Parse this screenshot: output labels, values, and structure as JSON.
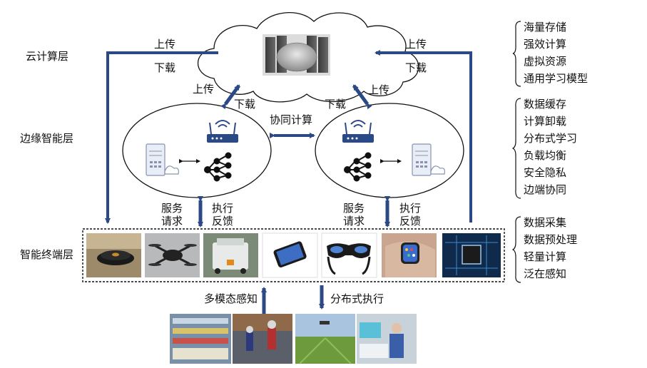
{
  "layers": {
    "cloud": "云计算层",
    "edge": "边缘智能层",
    "terminal": "智能终端层"
  },
  "arrows": {
    "upload": "上传",
    "download": "下载",
    "collab": "协同计算",
    "service_request": "服务\n请求",
    "exec_feedback": "执行\n反馈",
    "multimodal": "多模态感知",
    "distributed_exec": "分布式执行"
  },
  "right_lists": {
    "cloud": [
      "海量存储",
      "强效计算",
      "虚拟资源",
      "通用学习模型"
    ],
    "edge": [
      "数据缓存",
      "计算卸载",
      "分布式学习",
      "负载均衡",
      "安全隐私",
      "边端协同"
    ],
    "terminal": [
      "数据采集",
      "数据预处理",
      "轻量计算",
      "泛在感知"
    ]
  },
  "devices": [
    "robot-vacuum-photo",
    "drone-photo",
    "delivery-robot-photo",
    "smartphone-photo",
    "vr-glasses-photo",
    "smartwatch-photo",
    "chip-photo"
  ],
  "scenes": [
    "retail-shelf-photo",
    "humanoid-robots-photo",
    "smart-farm-photo",
    "medical-lab-photo"
  ],
  "colors": {
    "arrow": "#2b4a85",
    "text": "#111111"
  }
}
